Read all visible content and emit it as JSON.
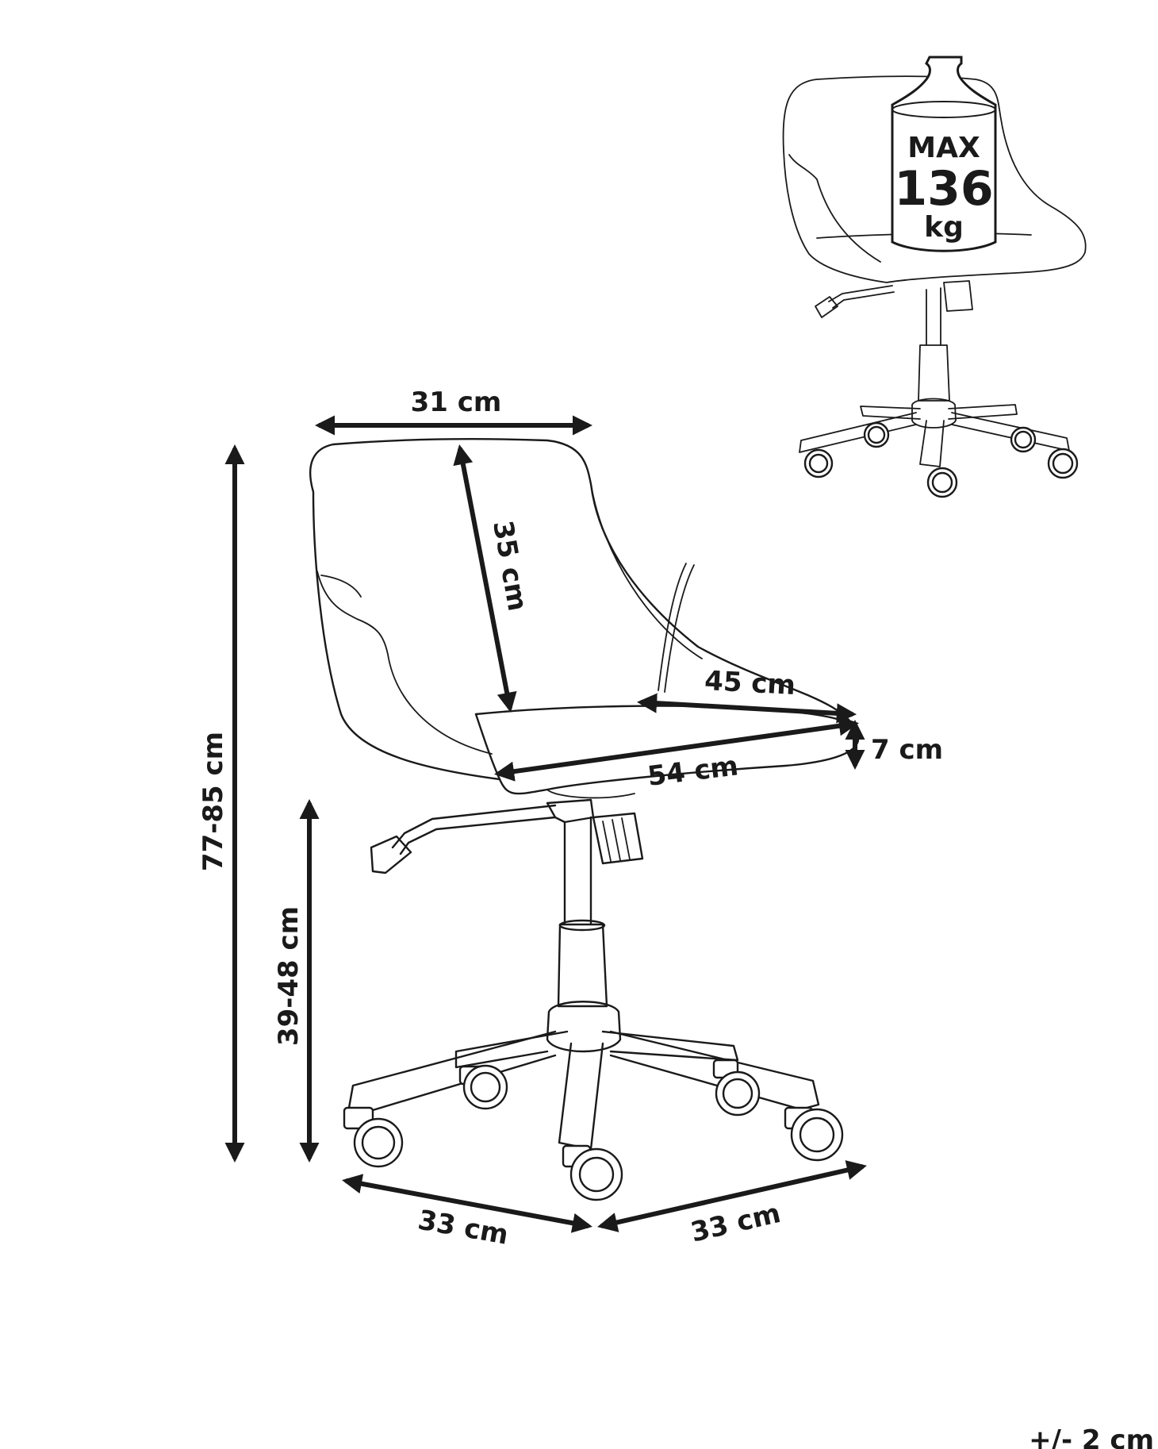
{
  "labels": {
    "width_top": "31 cm",
    "back_height": "35 cm",
    "seat_width": "45 cm",
    "seat_thickness": "7 cm",
    "seat_depth": "54 cm",
    "total_height": "77-85 cm",
    "seat_height": "39-48 cm",
    "base_left": "33 cm",
    "base_right": "33 cm",
    "tolerance": "+/- 2 cm"
  },
  "max_load": {
    "max_label": "MAX",
    "value": "136",
    "unit": "kg"
  }
}
